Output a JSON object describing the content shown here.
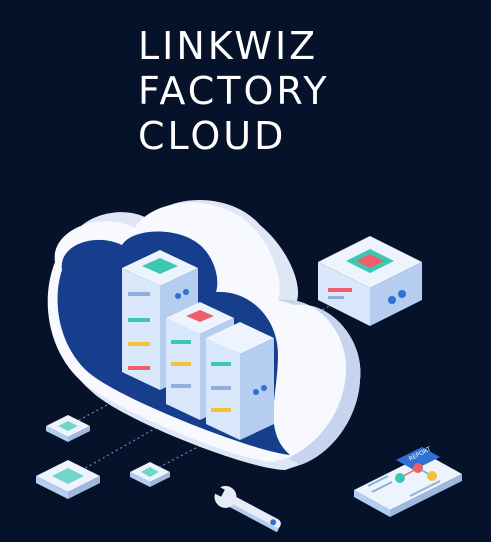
{
  "title": {
    "line1": "LINKWIZ",
    "line2": "FACTORY",
    "line3": "CLOUD"
  },
  "report_label": "REPORT",
  "colors": {
    "background": "#06122a",
    "cloud_fill": "#f7f9ff",
    "cloud_inner": "#163e8c",
    "server_face": "#d9e7fb",
    "server_side": "#b5cdef",
    "accent_teal": "#3cc7b3",
    "accent_red": "#ef5f6b",
    "accent_yellow": "#f2c23a",
    "accent_blue": "#2f6fd6"
  },
  "icons": [
    "cloud-icon",
    "server-rack-icon",
    "server-box-icon",
    "chip-icon",
    "wrench-icon",
    "report-document-icon"
  ]
}
